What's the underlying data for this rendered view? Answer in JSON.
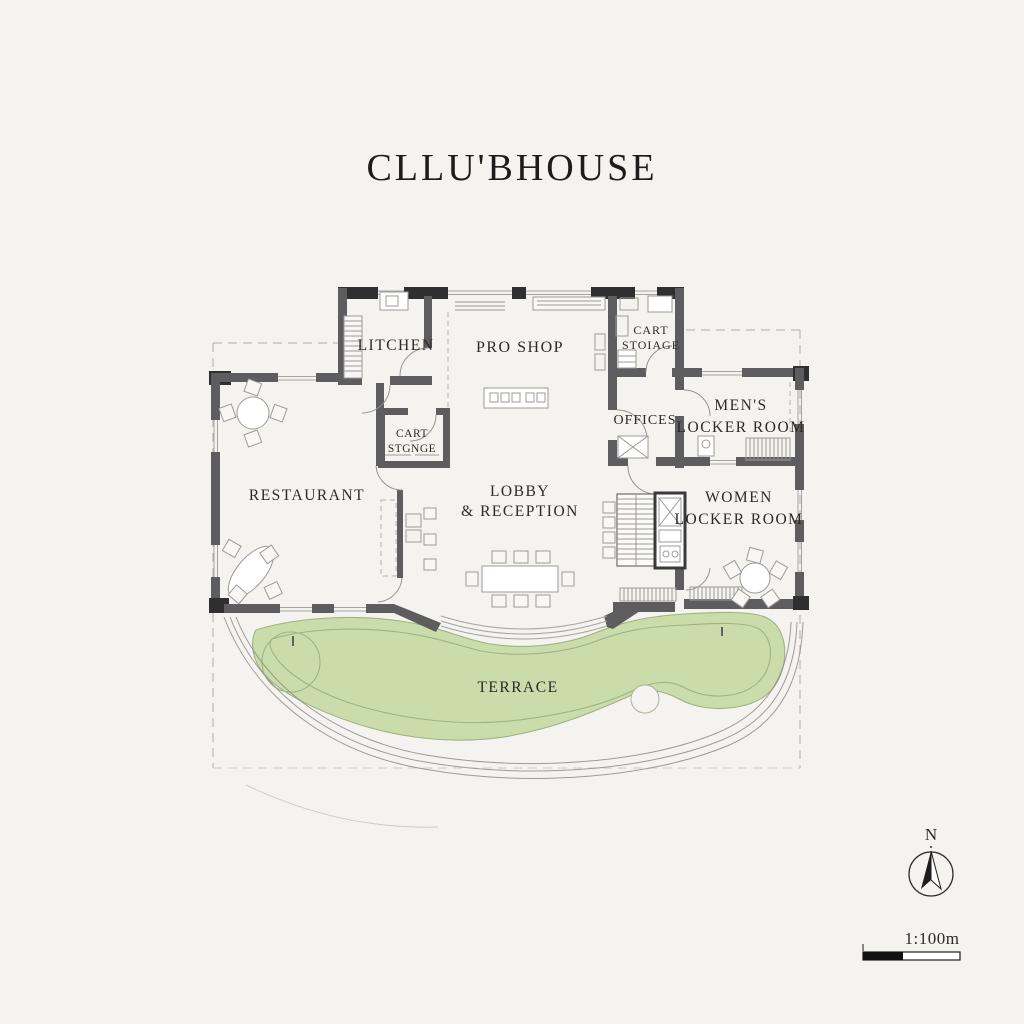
{
  "title": "CLLU'BHOUSE",
  "rooms": {
    "kitchen": "LITCHEN",
    "pro_shop": "PRO SHOP",
    "cart_storage_top": {
      "line1": "CART",
      "line2": "STOIAGE"
    },
    "offices": "OFFICES",
    "mens_locker": {
      "line1": "MEN'S",
      "line2": "LOCKER ROOM"
    },
    "restaurant": "RESTAURANT",
    "cart_storage_small": {
      "line1": "CART",
      "line2": "STGNGE"
    },
    "lobby": {
      "line1": "LOBBY",
      "line2": "& RECEPTION"
    },
    "womens_locker": {
      "line1": "WOMEN",
      "line2": "LOCKER ROOM"
    },
    "terrace": "TERRACE"
  },
  "compass": {
    "north_label": "N"
  },
  "scale_bar": {
    "label": "1:100m"
  },
  "colors": {
    "wall": "#5d5d5f",
    "pillar": "#2f2f31",
    "terrace_green": "#c9dcaa",
    "terrace_line": "#9fb284",
    "background": "#f4f3f0",
    "line": "#8f8e8c",
    "text": "#2b2a28",
    "dash": "#bcbab4"
  }
}
